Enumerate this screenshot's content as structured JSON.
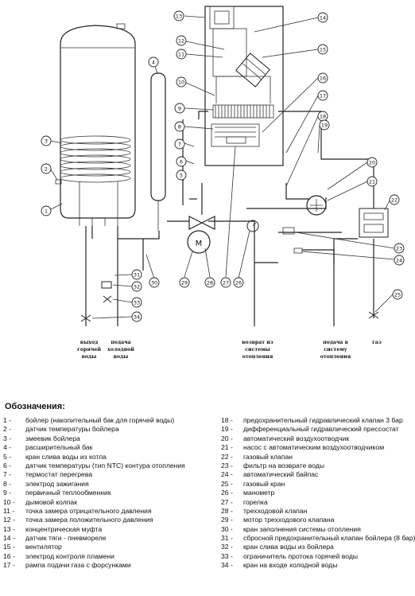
{
  "diagram": {
    "pipe_labels": [
      [
        "выход",
        "горячей",
        "воды"
      ],
      [
        "подача",
        "холодной",
        "воды"
      ],
      [
        "возврат из",
        "системы",
        "отопления"
      ],
      [
        "подача в",
        "систему",
        "отопления"
      ],
      [
        "газ"
      ]
    ],
    "motor_symbol": "M",
    "callout_numbers": [
      "1",
      "2",
      "3",
      "4",
      "5",
      "6",
      "7",
      "8",
      "9",
      "10",
      "11",
      "12",
      "13",
      "14",
      "15",
      "16",
      "17",
      "18",
      "19",
      "20",
      "21",
      "22",
      "23",
      "24",
      "25",
      "26",
      "27",
      "28",
      "29",
      "30",
      "31",
      "32",
      "33",
      "34"
    ]
  },
  "legend": {
    "title": "Обозначения:",
    "items_left": [
      {
        "n": "1 -",
        "text": "бойлер (накопительный бак для горячей воды)"
      },
      {
        "n": "2 -",
        "text": "датчик температуры бойлера"
      },
      {
        "n": "3 -",
        "text": "змеевик бойлера"
      },
      {
        "n": "4 -",
        "text": "расширительный бак"
      },
      {
        "n": "5 -",
        "text": "кран слива воды из котла"
      },
      {
        "n": "6 -",
        "text": "датчик температуры (тип NTC) контура отопления"
      },
      {
        "n": "7 -",
        "text": "термостат перегрева"
      },
      {
        "n": "8 -",
        "text": "электрод зажигания"
      },
      {
        "n": "9 -",
        "text": "первичный теплообменник"
      },
      {
        "n": "10 -",
        "text": "дымовой колпак"
      },
      {
        "n": "11 -",
        "text": "точка замера отрицательного давления"
      },
      {
        "n": "12 -",
        "text": "точка замера положительного давления"
      },
      {
        "n": "13 -",
        "text": "концентрическая муфта"
      },
      {
        "n": "14 -",
        "text": "датчик тяги - пневмореле"
      },
      {
        "n": "15 -",
        "text": "вентилятор"
      },
      {
        "n": "16 -",
        "text": "электрод контроля пламени"
      },
      {
        "n": "17 -",
        "text": "рампа подачи газа с форсунками"
      }
    ],
    "items_right": [
      {
        "n": "18 -",
        "text": "предохранительный гидравлический клапан 3 бар"
      },
      {
        "n": "19 -",
        "text": "дифференциальный гидравлический прессостат"
      },
      {
        "n": "20 -",
        "text": "автоматический воздухоотводчик"
      },
      {
        "n": "21 -",
        "text": "насос с автоматическим воздухоотводчиком"
      },
      {
        "n": "22 -",
        "text": "газовый клапан"
      },
      {
        "n": "23 -",
        "text": "фильтр на возврате воды"
      },
      {
        "n": "24 -",
        "text": "автоматический байпас"
      },
      {
        "n": "25 -",
        "text": "газовый кран"
      },
      {
        "n": "26 -",
        "text": "манометр"
      },
      {
        "n": "27 -",
        "text": "горелка"
      },
      {
        "n": "28 -",
        "text": "трехходовой клапан"
      },
      {
        "n": "29 -",
        "text": "мотор трехходового клапана"
      },
      {
        "n": "30 -",
        "text": "кран заполнения системы отопления"
      },
      {
        "n": "31 -",
        "text": "сбросной предохранительный клапан бойлера (8 бар)"
      },
      {
        "n": "32 -",
        "text": "кран слива воды из бойлера"
      },
      {
        "n": "33 -",
        "text": "ограничитель протока горячей воды"
      },
      {
        "n": "34 -",
        "text": "кран на входе холодной воды"
      }
    ]
  }
}
